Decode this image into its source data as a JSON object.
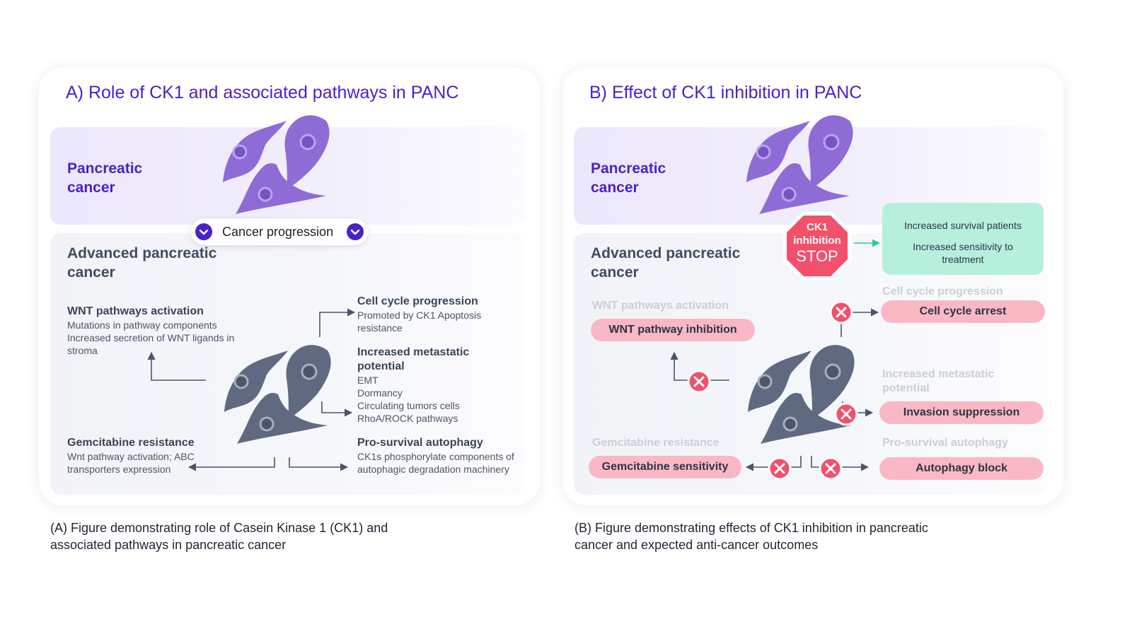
{
  "panel_a": {
    "title": "A) Role of CK1 and associated pathways in PANC",
    "top_label": "Pancreatic cancer",
    "bottom_label": "Advanced pancreatic cancer",
    "progress_pill": "Cancer progression",
    "wnt": {
      "heading": "WNT pathways activation",
      "body": "Mutations in pathway components Increased secretion of WNT ligands in stroma"
    },
    "cell_cycle": {
      "heading": "Cell cycle progression",
      "body": "Promoted by CK1 Apoptosis resistance"
    },
    "metastatic": {
      "heading": "Increased metastatic potential",
      "items": [
        "EMT",
        "Dormancy",
        "Circulating tumors cells",
        "RhoA/ROCK pathways"
      ]
    },
    "gemcitabine": {
      "heading": "Gemcitabine resistance",
      "body": "Wnt pathway activation; ABC transporters expression"
    },
    "autophagy": {
      "heading": "Pro-survival autophagy",
      "body": "CK1s phosphorylate components of autophagic degradation machinery"
    }
  },
  "panel_b": {
    "title": "B) Effect of CK1 inhibition in PANC",
    "top_label": "Pancreatic cancer",
    "bottom_label": "Advanced pancreatic cancer",
    "stop_sign": {
      "line1": "CK1",
      "line2": "inhibition",
      "line3": "STOP"
    },
    "outcomes": {
      "line1": "Increased survival patients",
      "line2": "Increased sensitivity to treatment"
    },
    "ghost_wnt": "WNT pathways activation",
    "ghost_cell_cycle": "Cell cycle progression",
    "ghost_metastatic": "Increased metastatic potential",
    "ghost_gemcitabine": "Gemcitabine resistance",
    "ghost_autophagy": "Pro-survival autophagy",
    "badge_wnt": "WNT pathway inhibition",
    "badge_cell_cycle": "Cell cycle arrest",
    "badge_invasion": "Invasion suppression",
    "badge_gemcitabine": "Gemcitabine sensitivity",
    "badge_autophagy": "Autophagy block"
  },
  "captions": {
    "a": "(A) Figure demonstrating role of Casein Kinase 1 (CK1) and associated pathways in pancreatic cancer",
    "b": "(B) Figure demonstrating effects of CK1 inhibition in pancreatic cancer and expected anti-cancer outcomes"
  },
  "colors": {
    "accent": "#4a22c6",
    "cell_purple": "#8f6bd6",
    "cell_gray": "#5f6a80",
    "badge_pink": "#f9b8c4",
    "stop_red": "#f2506b",
    "outcome_green": "#b6f0dd",
    "arrow_teal": "#2ec99a"
  },
  "icons": [
    "chevron-down-icon",
    "close-icon",
    "stop-sign-icon",
    "cancer-cell-icon"
  ]
}
